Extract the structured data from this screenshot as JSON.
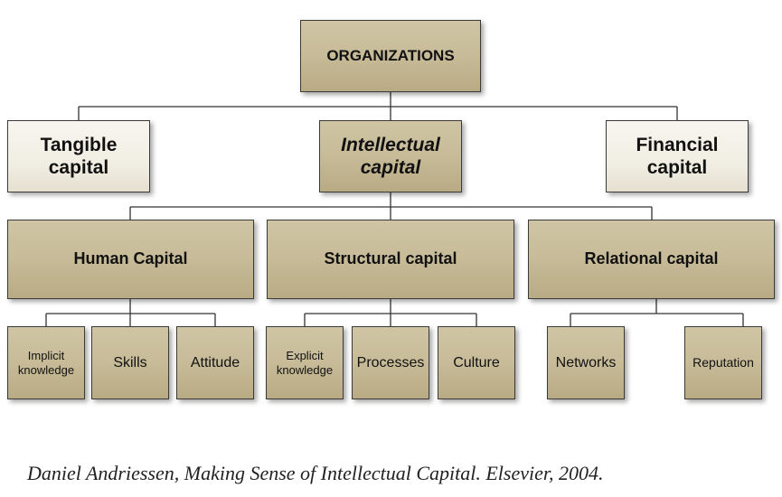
{
  "root": {
    "label": "ORGANIZATIONS"
  },
  "level2": {
    "tangible": {
      "line1": "Tangible",
      "line2": "capital"
    },
    "intellectual": {
      "line1": "Intellectual",
      "line2": "capital"
    },
    "financial": {
      "line1": "Financial",
      "line2": "capital"
    }
  },
  "level3": {
    "human": "Human Capital",
    "structural": "Structural capital",
    "relational": "Relational capital"
  },
  "leaves": {
    "human": [
      {
        "line1": "Implicit",
        "line2": "knowledge"
      },
      {
        "line1": "Skills"
      },
      {
        "line1": "Attitude"
      }
    ],
    "structural": [
      {
        "line1": "Explicit",
        "line2": "knowledge"
      },
      {
        "line1": "Processes"
      },
      {
        "line1": "Culture"
      }
    ],
    "relational": [
      {
        "line1": "Networks"
      },
      {
        "line1": "Reputation"
      }
    ]
  },
  "citation": "Daniel Andriessen, Making Sense of Intellectual Capital.  Elsevier, 2004.",
  "colors": {
    "box_fill": "#c7bb98",
    "box_fill_light": "#f1eee3",
    "border": "#3a3a3a",
    "connector": "#333333"
  }
}
